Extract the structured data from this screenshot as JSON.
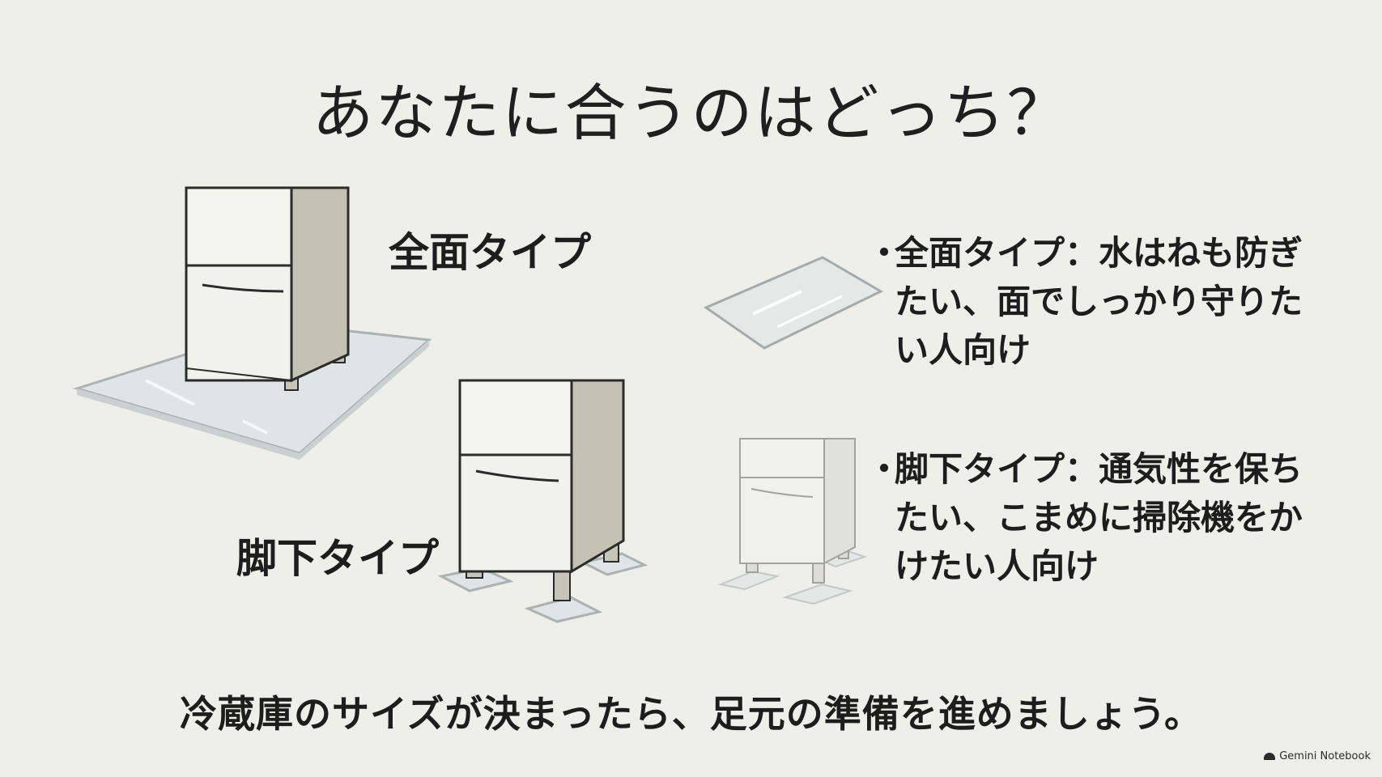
{
  "title": "あなたに合うのはどっち？",
  "types": {
    "full_label": "全面タイプ",
    "leg_label": "脚下タイプ"
  },
  "bullets": [
    {
      "dot": "・",
      "text": "全面タイプ：水はねも防ぎたい、面でしっかり守りたい人向け"
    },
    {
      "dot": "・",
      "text": "脚下タイプ：通気性を保ちたい、こまめに掃除機をかけたい人向け"
    }
  ],
  "footer": "冷蔵庫のサイズが決まったら、足元の準備を進めましょう。",
  "brand": "Gemini Notebook",
  "colors": {
    "background": "#efefea",
    "fridge_side": "#c2c3b3",
    "fridge_front": "#f2f2ed",
    "mat": "#dfe5e4",
    "line": "#2b2b2b"
  },
  "icons": [
    "fridge-full-mat-icon",
    "fridge-leg-pads-icon",
    "clear-mat-icon",
    "small-fridge-pads-icon",
    "gemini-notebook-icon"
  ]
}
